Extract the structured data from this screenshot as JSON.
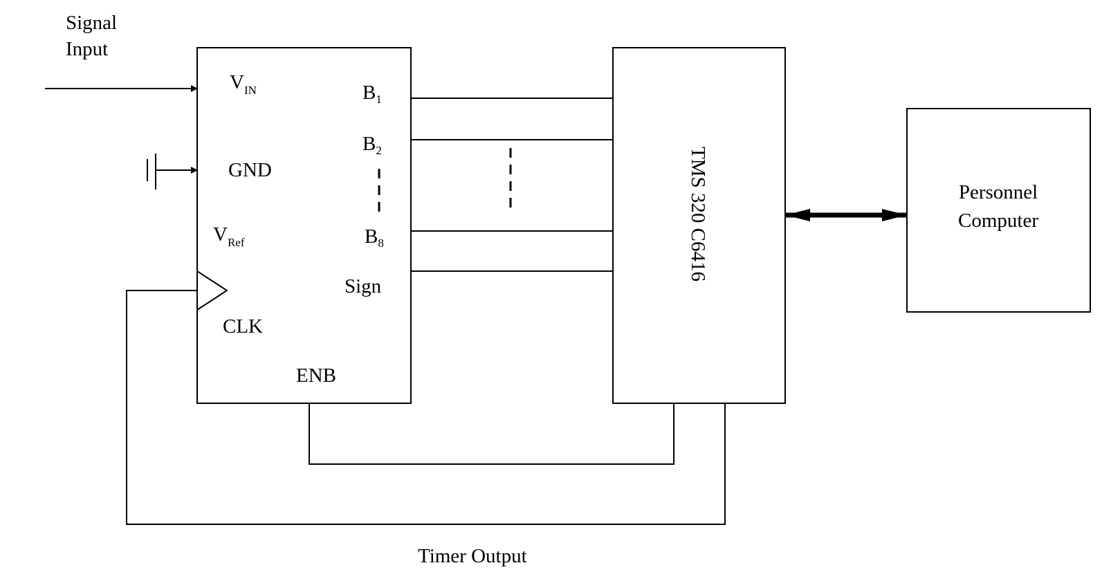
{
  "labels": {
    "signal_input_line1": "Signal",
    "signal_input_line2": "Input",
    "vin_main": "V",
    "vin_sub": "IN",
    "gnd": "GND",
    "vref_main": "V",
    "vref_sub": "Ref",
    "clk": "CLK",
    "enb": "ENB",
    "b1_main": "B",
    "b1_sub": "1",
    "b2_main": "B",
    "b2_sub": "2",
    "b8_main": "B",
    "b8_sub": "8",
    "sign": "Sign",
    "dsp": "TMS 320 C6416",
    "pc_line1": "Personnel",
    "pc_line2": "Computer",
    "timer_output": "Timer Output"
  }
}
